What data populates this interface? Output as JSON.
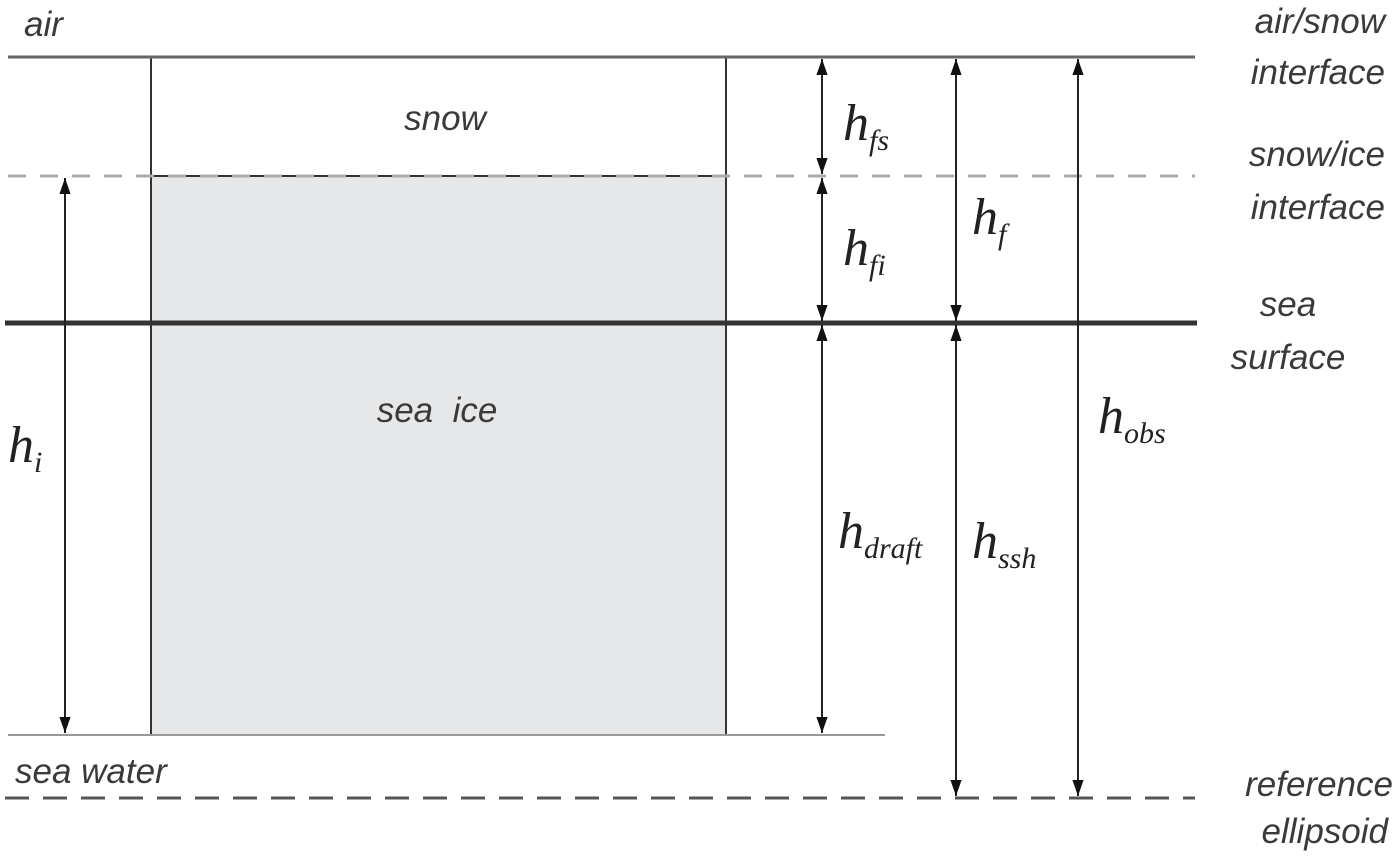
{
  "layers": {
    "air": "air",
    "snow": "snow",
    "sea_ice": "sea  ice",
    "sea_water": "sea water"
  },
  "interfaces": {
    "air_snow": [
      "air/snow",
      "interface"
    ],
    "snow_ice": [
      "snow/ice",
      "interface"
    ],
    "sea_surface": [
      "sea",
      "surface"
    ],
    "reference": [
      "reference",
      "ellipsoid"
    ]
  },
  "symbols": {
    "h_i": {
      "base": "h",
      "sub": "i"
    },
    "h_fs": {
      "base": "h",
      "sub": "fs"
    },
    "h_fi": {
      "base": "h",
      "sub": "fi"
    },
    "h_f": {
      "base": "h",
      "sub": "f"
    },
    "h_draft": {
      "base": "h",
      "sub": "draft"
    },
    "h_ssh": {
      "base": "h",
      "sub": "ssh"
    },
    "h_obs": {
      "base": "h",
      "sub": "obs"
    }
  },
  "colors": {
    "ice_fill": "#e6e7e8",
    "line": "#333333",
    "dashed": "#aaaaaa"
  }
}
